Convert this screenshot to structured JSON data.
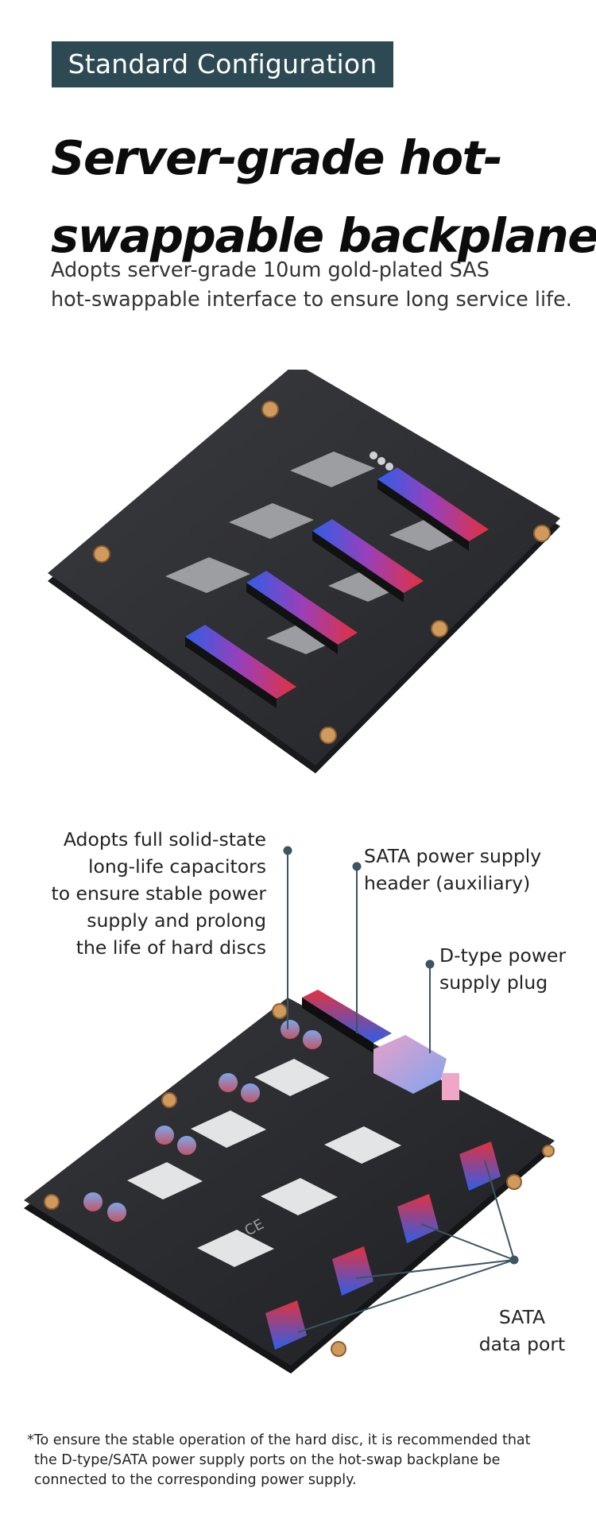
{
  "tag": {
    "label": "Standard Configuration"
  },
  "headline": {
    "line1": "Server-grade hot-",
    "line2": "swappable backplane"
  },
  "lead": {
    "line1": "Adopts server-grade 10um gold-plated SAS",
    "line2": "hot-swappable interface to ensure long service life."
  },
  "callouts": {
    "capacitors": [
      "Adopts full solid-state",
      "long-life capacitors",
      "to ensure stable power",
      "supply and prolong",
      "the life of hard discs"
    ],
    "sata_power": [
      "SATA power supply",
      "header (auxiliary)"
    ],
    "dtype": [
      "D-type power",
      "supply plug"
    ],
    "sata_data": [
      "SATA",
      "data port"
    ]
  },
  "board_marks": {
    "ce": "CE"
  },
  "footnote": {
    "line1": "*To ensure the stable operation of the hard disc, it is recommended that",
    "line2": "the D-type/SATA power supply ports on the hot-swap backplane be",
    "line3": "connected to the corresponding power supply."
  },
  "colors": {
    "tag_bg": "#2d4a54",
    "pcb": "#2a2b2e",
    "connector_blue": "#2f5ee8",
    "connector_red": "#e2313f",
    "leader": "#3c5560",
    "gold": "#d19a5c"
  }
}
